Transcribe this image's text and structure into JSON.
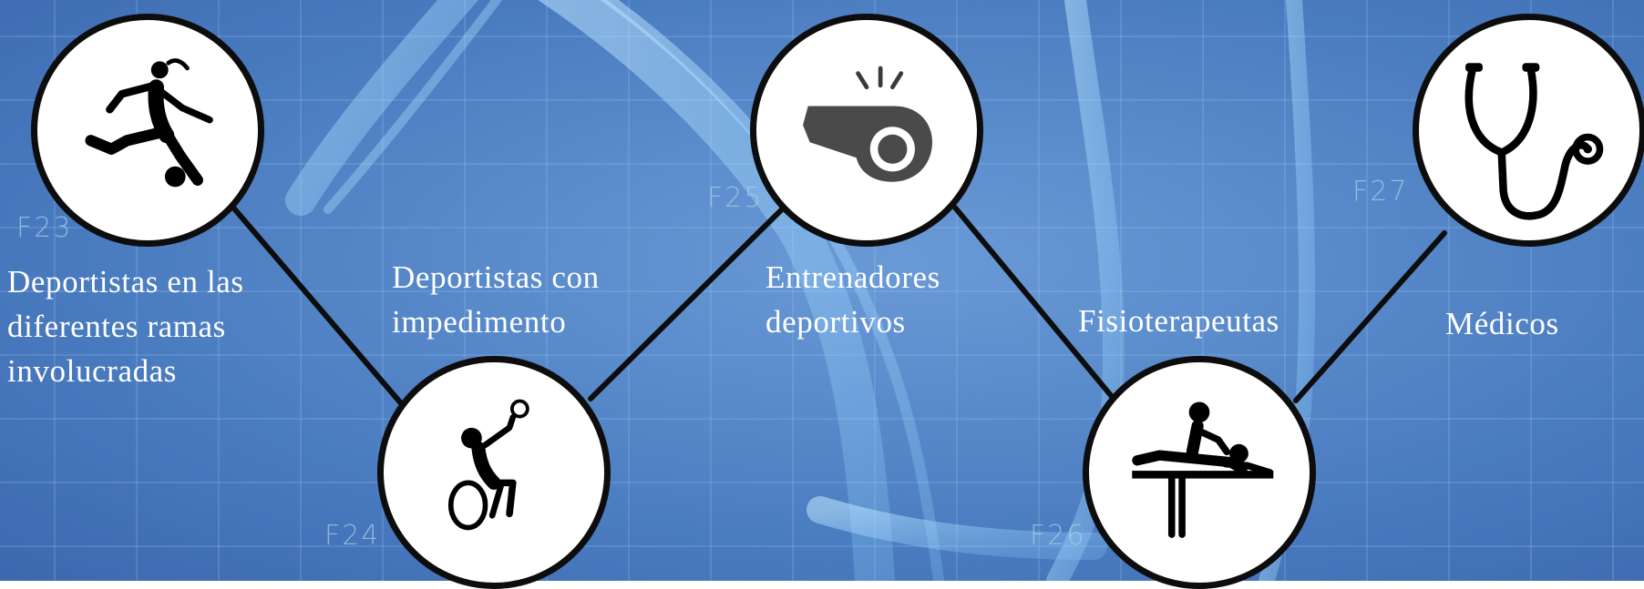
{
  "nodes": [
    {
      "code": "F23",
      "label": "Deportistas en las\ndiferentes ramas\ninvolucradas",
      "icon": "soccer-player-icon"
    },
    {
      "code": "F24",
      "label": "Deportistas con\nimpedimento",
      "icon": "wheelchair-athlete-icon"
    },
    {
      "code": "F25",
      "label": "Entrenadores\ndeportivos",
      "icon": "whistle-icon"
    },
    {
      "code": "F26",
      "label": "Fisioterapeutas",
      "icon": "massage-therapy-icon"
    },
    {
      "code": "F27",
      "label": "Médicos",
      "icon": "stethoscope-icon"
    }
  ],
  "colors": {
    "background": "#4a80c4",
    "node_fill": "#ffffff",
    "node_border": "#0d0d0d",
    "label_text": "#ffffff",
    "code_text": "#a9cbe6"
  }
}
